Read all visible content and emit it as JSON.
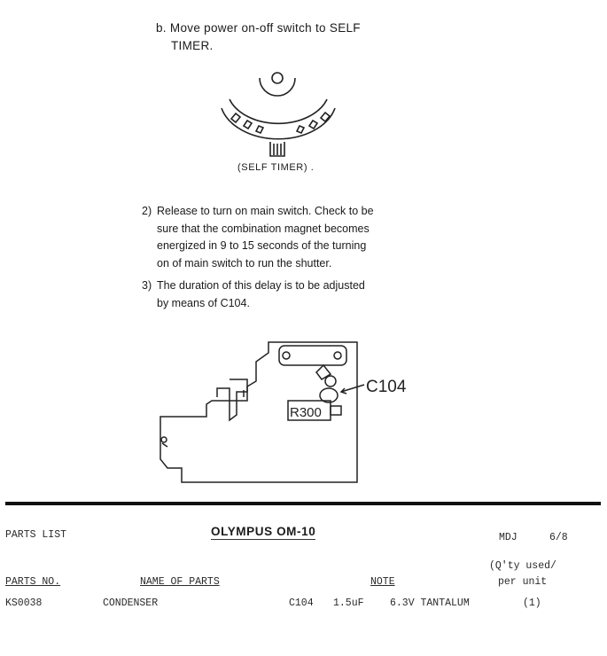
{
  "step_b": {
    "line1": "b. Move power on-off switch to SELF",
    "line2": "TIMER."
  },
  "figure1": {
    "caption": "(SELF TIMER) ."
  },
  "steps": [
    {
      "num": "2)",
      "lines": [
        "Release to turn on main switch. Check to be",
        "sure that the combination magnet becomes",
        "energized in 9 to 15 seconds of the turning",
        "on of main switch to run the shutter."
      ]
    },
    {
      "num": "3)",
      "lines": [
        "The duration of this delay is to be adjusted",
        "by means of C104."
      ]
    }
  ],
  "figure2": {
    "callout": "C104",
    "board_label": "R300"
  },
  "parts_list": {
    "label": "PARTS LIST",
    "title": "OLYMPUS OM-10",
    "code": "MDJ",
    "page": "6/8",
    "headers": {
      "parts_no": "PARTS NO.",
      "name": "NAME OF PARTS",
      "note": "NOTE",
      "qty_line1": "(Q'ty used/",
      "qty_line2": "per unit"
    },
    "rows": [
      {
        "parts_no": "KS0038",
        "name": "CONDENSER",
        "ref": "C104",
        "value": "1.5uF",
        "spec": "6.3V TANTALUM",
        "qty": "(1)"
      }
    ]
  }
}
